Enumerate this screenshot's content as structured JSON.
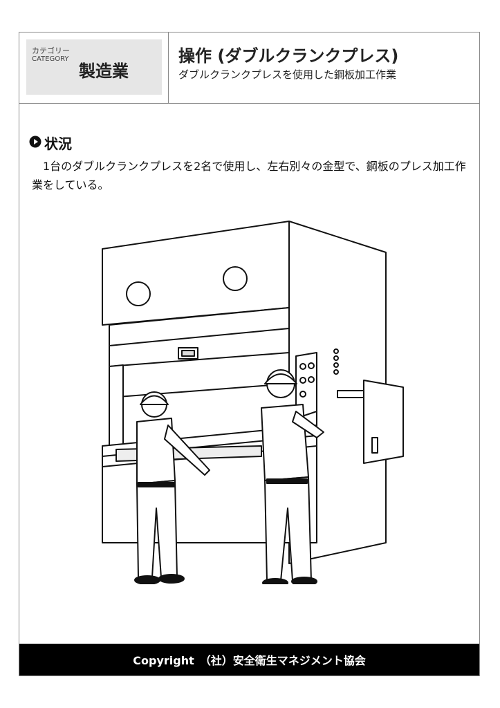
{
  "category": {
    "label_jp": "カテゴリー",
    "label_en": "CATEGORY",
    "value": "製造業"
  },
  "title": {
    "main": "操作 (ダブルクランクプレス)",
    "sub": "ダブルクランクプレスを使用した鋼板加工作業"
  },
  "situation": {
    "icon": "play-circle-icon",
    "heading": "状況",
    "body": "1台のダブルクランクプレスを2名で使用し、左右別々の金型で、鋼板のプレス加工作業をしている。"
  },
  "footer": {
    "copyright": "Copyright　（社）安全衛生マネジメント協会"
  },
  "colors": {
    "border": "#8a8a8a",
    "category_bg": "#e6e6e6",
    "footer_bg": "#000000",
    "footer_text": "#ffffff"
  }
}
